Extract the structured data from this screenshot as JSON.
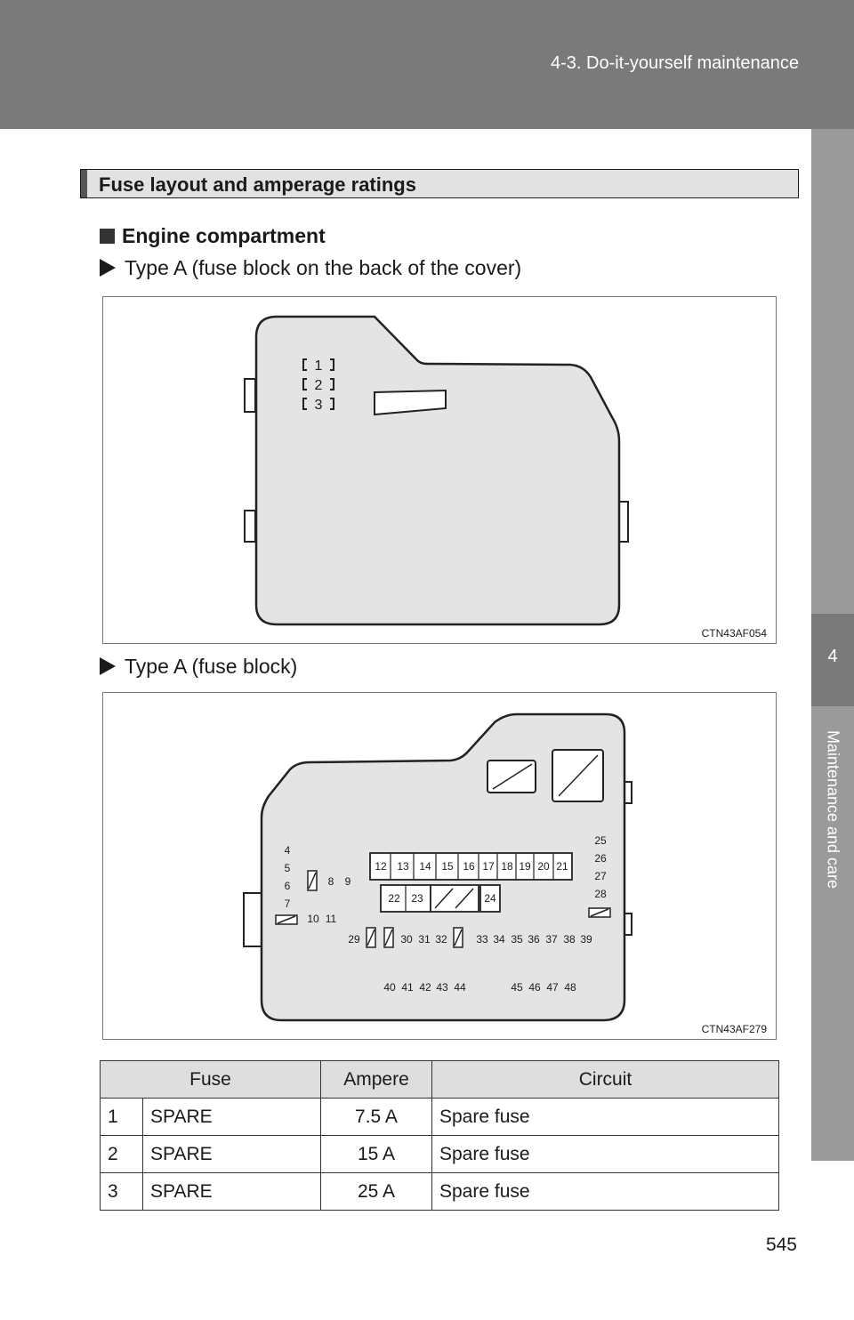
{
  "header": {
    "breadcrumb": "4-3. Do-it-yourself maintenance"
  },
  "side_tab": {
    "chapter": "4",
    "label": "Maintenance and care"
  },
  "section": {
    "title": "Fuse layout and amperage ratings"
  },
  "subsection": {
    "title": "Engine compartment"
  },
  "figure1": {
    "caption": "Type A (fuse block on the back of the cover)",
    "id": "CTN43AF054",
    "fuse_labels": [
      "1",
      "2",
      "3"
    ]
  },
  "figure2": {
    "caption": "Type A (fuse block)",
    "id": "CTN43AF279",
    "labels": {
      "f4": "4",
      "f5": "5",
      "f6": "6",
      "f7": "7",
      "f8": "8",
      "f9": "9",
      "f10": "10",
      "f11": "11",
      "f12": "12",
      "f13": "13",
      "f14": "14",
      "f15": "15",
      "f16": "16",
      "f17": "17",
      "f18": "18",
      "f19": "19",
      "f20": "20",
      "f21": "21",
      "f22": "22",
      "f23": "23",
      "f24": "24",
      "f25": "25",
      "f26": "26",
      "f27": "27",
      "f28": "28",
      "f29": "29",
      "f30": "30",
      "f31": "31",
      "f32": "32",
      "f33": "33",
      "f34": "34",
      "f35": "35",
      "f36": "36",
      "f37": "37",
      "f38": "38",
      "f39": "39",
      "f40": "40",
      "f41": "41",
      "f42": "42",
      "f43": "43",
      "f44": "44",
      "f45": "45",
      "f46": "46",
      "f47": "47",
      "f48": "48"
    }
  },
  "table": {
    "headers": {
      "fuse": "Fuse",
      "ampere": "Ampere",
      "circuit": "Circuit"
    },
    "rows": [
      {
        "num": "1",
        "fuse": "SPARE",
        "ampere": "7.5 A",
        "circuit": "Spare fuse"
      },
      {
        "num": "2",
        "fuse": "SPARE",
        "ampere": "15 A",
        "circuit": "Spare fuse"
      },
      {
        "num": "3",
        "fuse": "SPARE",
        "ampere": "25 A",
        "circuit": "Spare fuse"
      }
    ]
  },
  "page": {
    "number": "545"
  },
  "colors": {
    "header_bg": "#7a7a7a",
    "cover_fill": "#e4e4e4"
  }
}
